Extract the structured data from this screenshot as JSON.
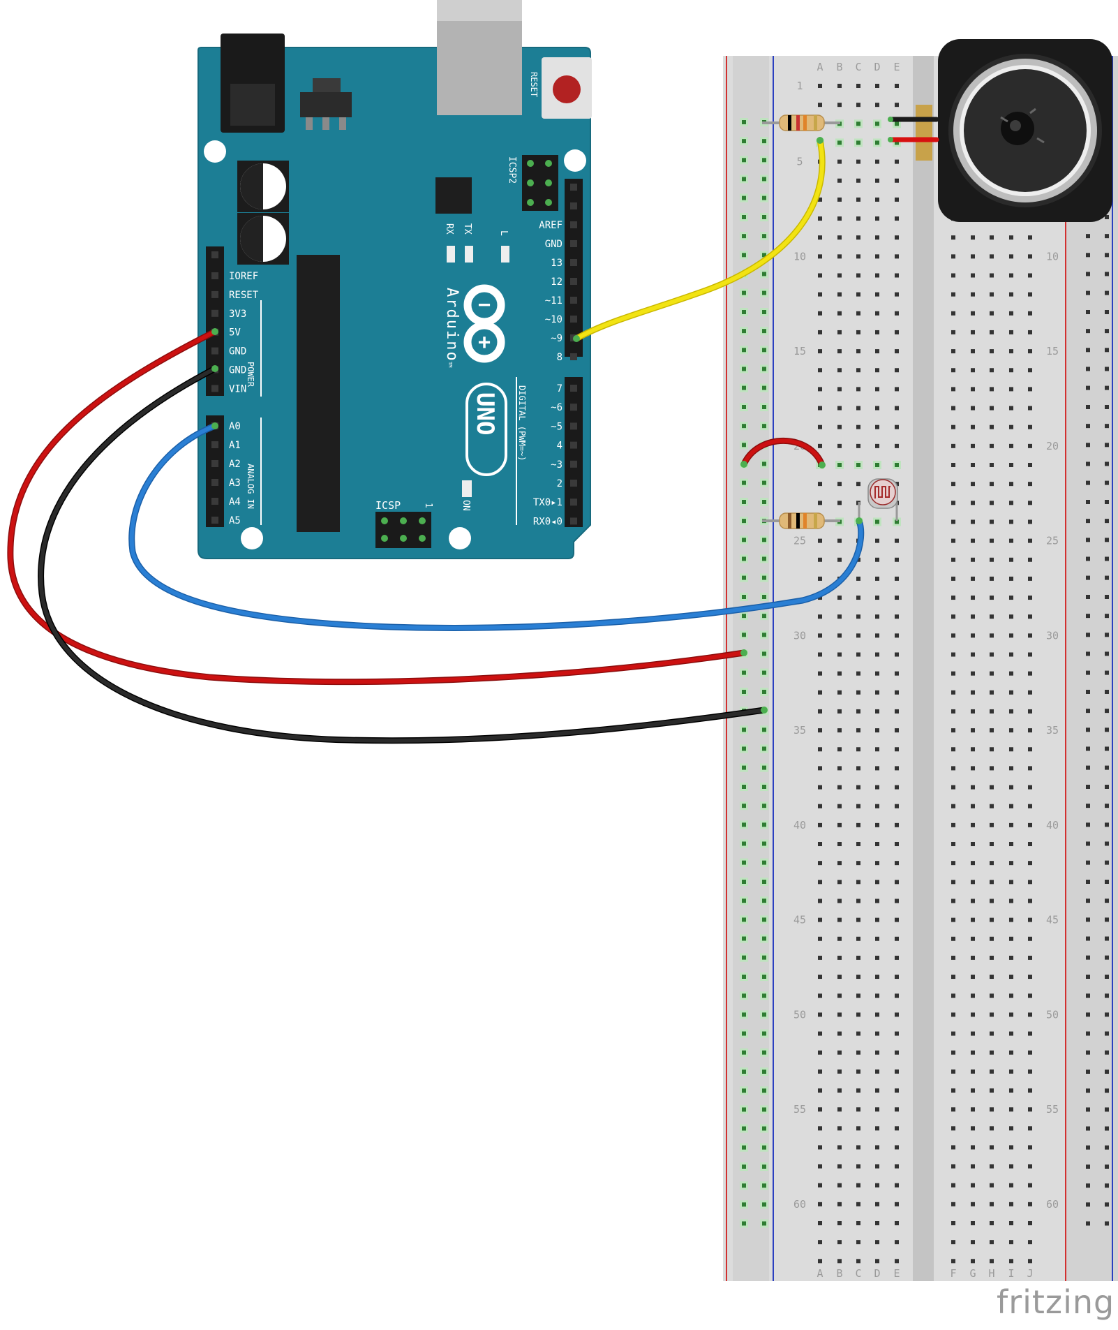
{
  "watermark": "fritzing",
  "arduino": {
    "brand": "Arduino",
    "trademark": "TM",
    "model": "UNO",
    "reset_label": "RESET",
    "icsp2_label": "ICSP2",
    "icsp_label": "ICSP",
    "icsp_pin1": "1",
    "on_label": "ON",
    "led_labels": [
      "TX",
      "RX",
      "L"
    ],
    "power_label": "POWER",
    "analog_label": "ANALOG IN",
    "digital_label": "DIGITAL (PWM=~)",
    "left_pins": [
      "IOREF",
      "RESET",
      "3V3",
      "5V",
      "GND",
      "GND",
      "VIN"
    ],
    "analog_pins": [
      "A0",
      "A1",
      "A2",
      "A3",
      "A4",
      "A5"
    ],
    "digital_top": [
      "AREF",
      "GND",
      "13",
      "12",
      "~11",
      "~10",
      "~9",
      "8"
    ],
    "digital_bottom": [
      "7",
      "~6",
      "~5",
      "4",
      "~3",
      "2",
      "TX0▸1",
      "RX0◂0"
    ]
  },
  "breadboard": {
    "cols_left": [
      "A",
      "B",
      "C",
      "D",
      "E"
    ],
    "cols_right": [
      "F",
      "G",
      "H",
      "I",
      "J"
    ],
    "row_numbers": [
      "1",
      "5",
      "10",
      "15",
      "20",
      "25",
      "30",
      "35",
      "40",
      "45",
      "50",
      "55",
      "60"
    ]
  },
  "colors": {
    "board": "#1c7e95",
    "wire_red": "#cc1111",
    "wire_black": "#222222",
    "wire_blue": "#2a7fd4",
    "wire_yellow": "#f2e313",
    "rail_red": "#d23030",
    "rail_blue": "#2a3fc0"
  }
}
